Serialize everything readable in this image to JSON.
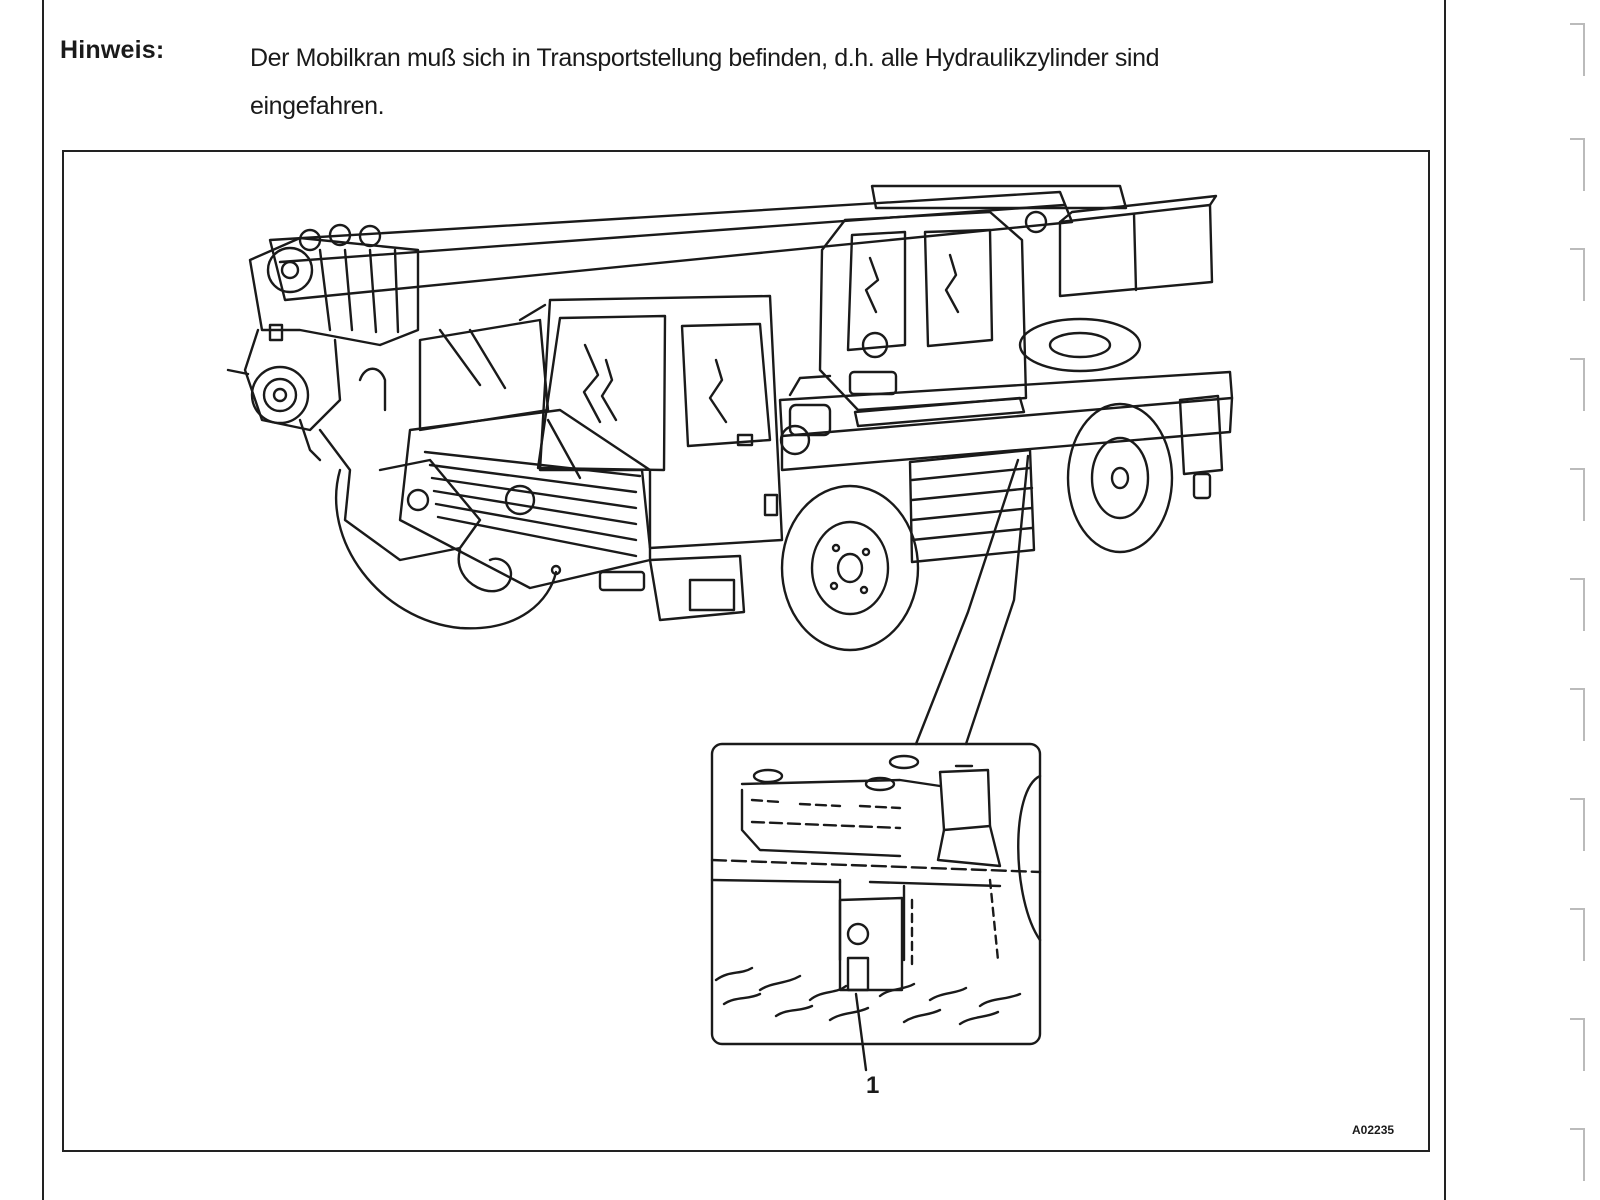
{
  "note": {
    "label": "Hinweis:",
    "lines": [
      "Der Mobilkran muß sich in Transportstellung befinden, d.h. alle Hydraulikzylinder sind",
      "eingefahren."
    ]
  },
  "figure": {
    "callout": "1",
    "figure_id": "A02235"
  }
}
